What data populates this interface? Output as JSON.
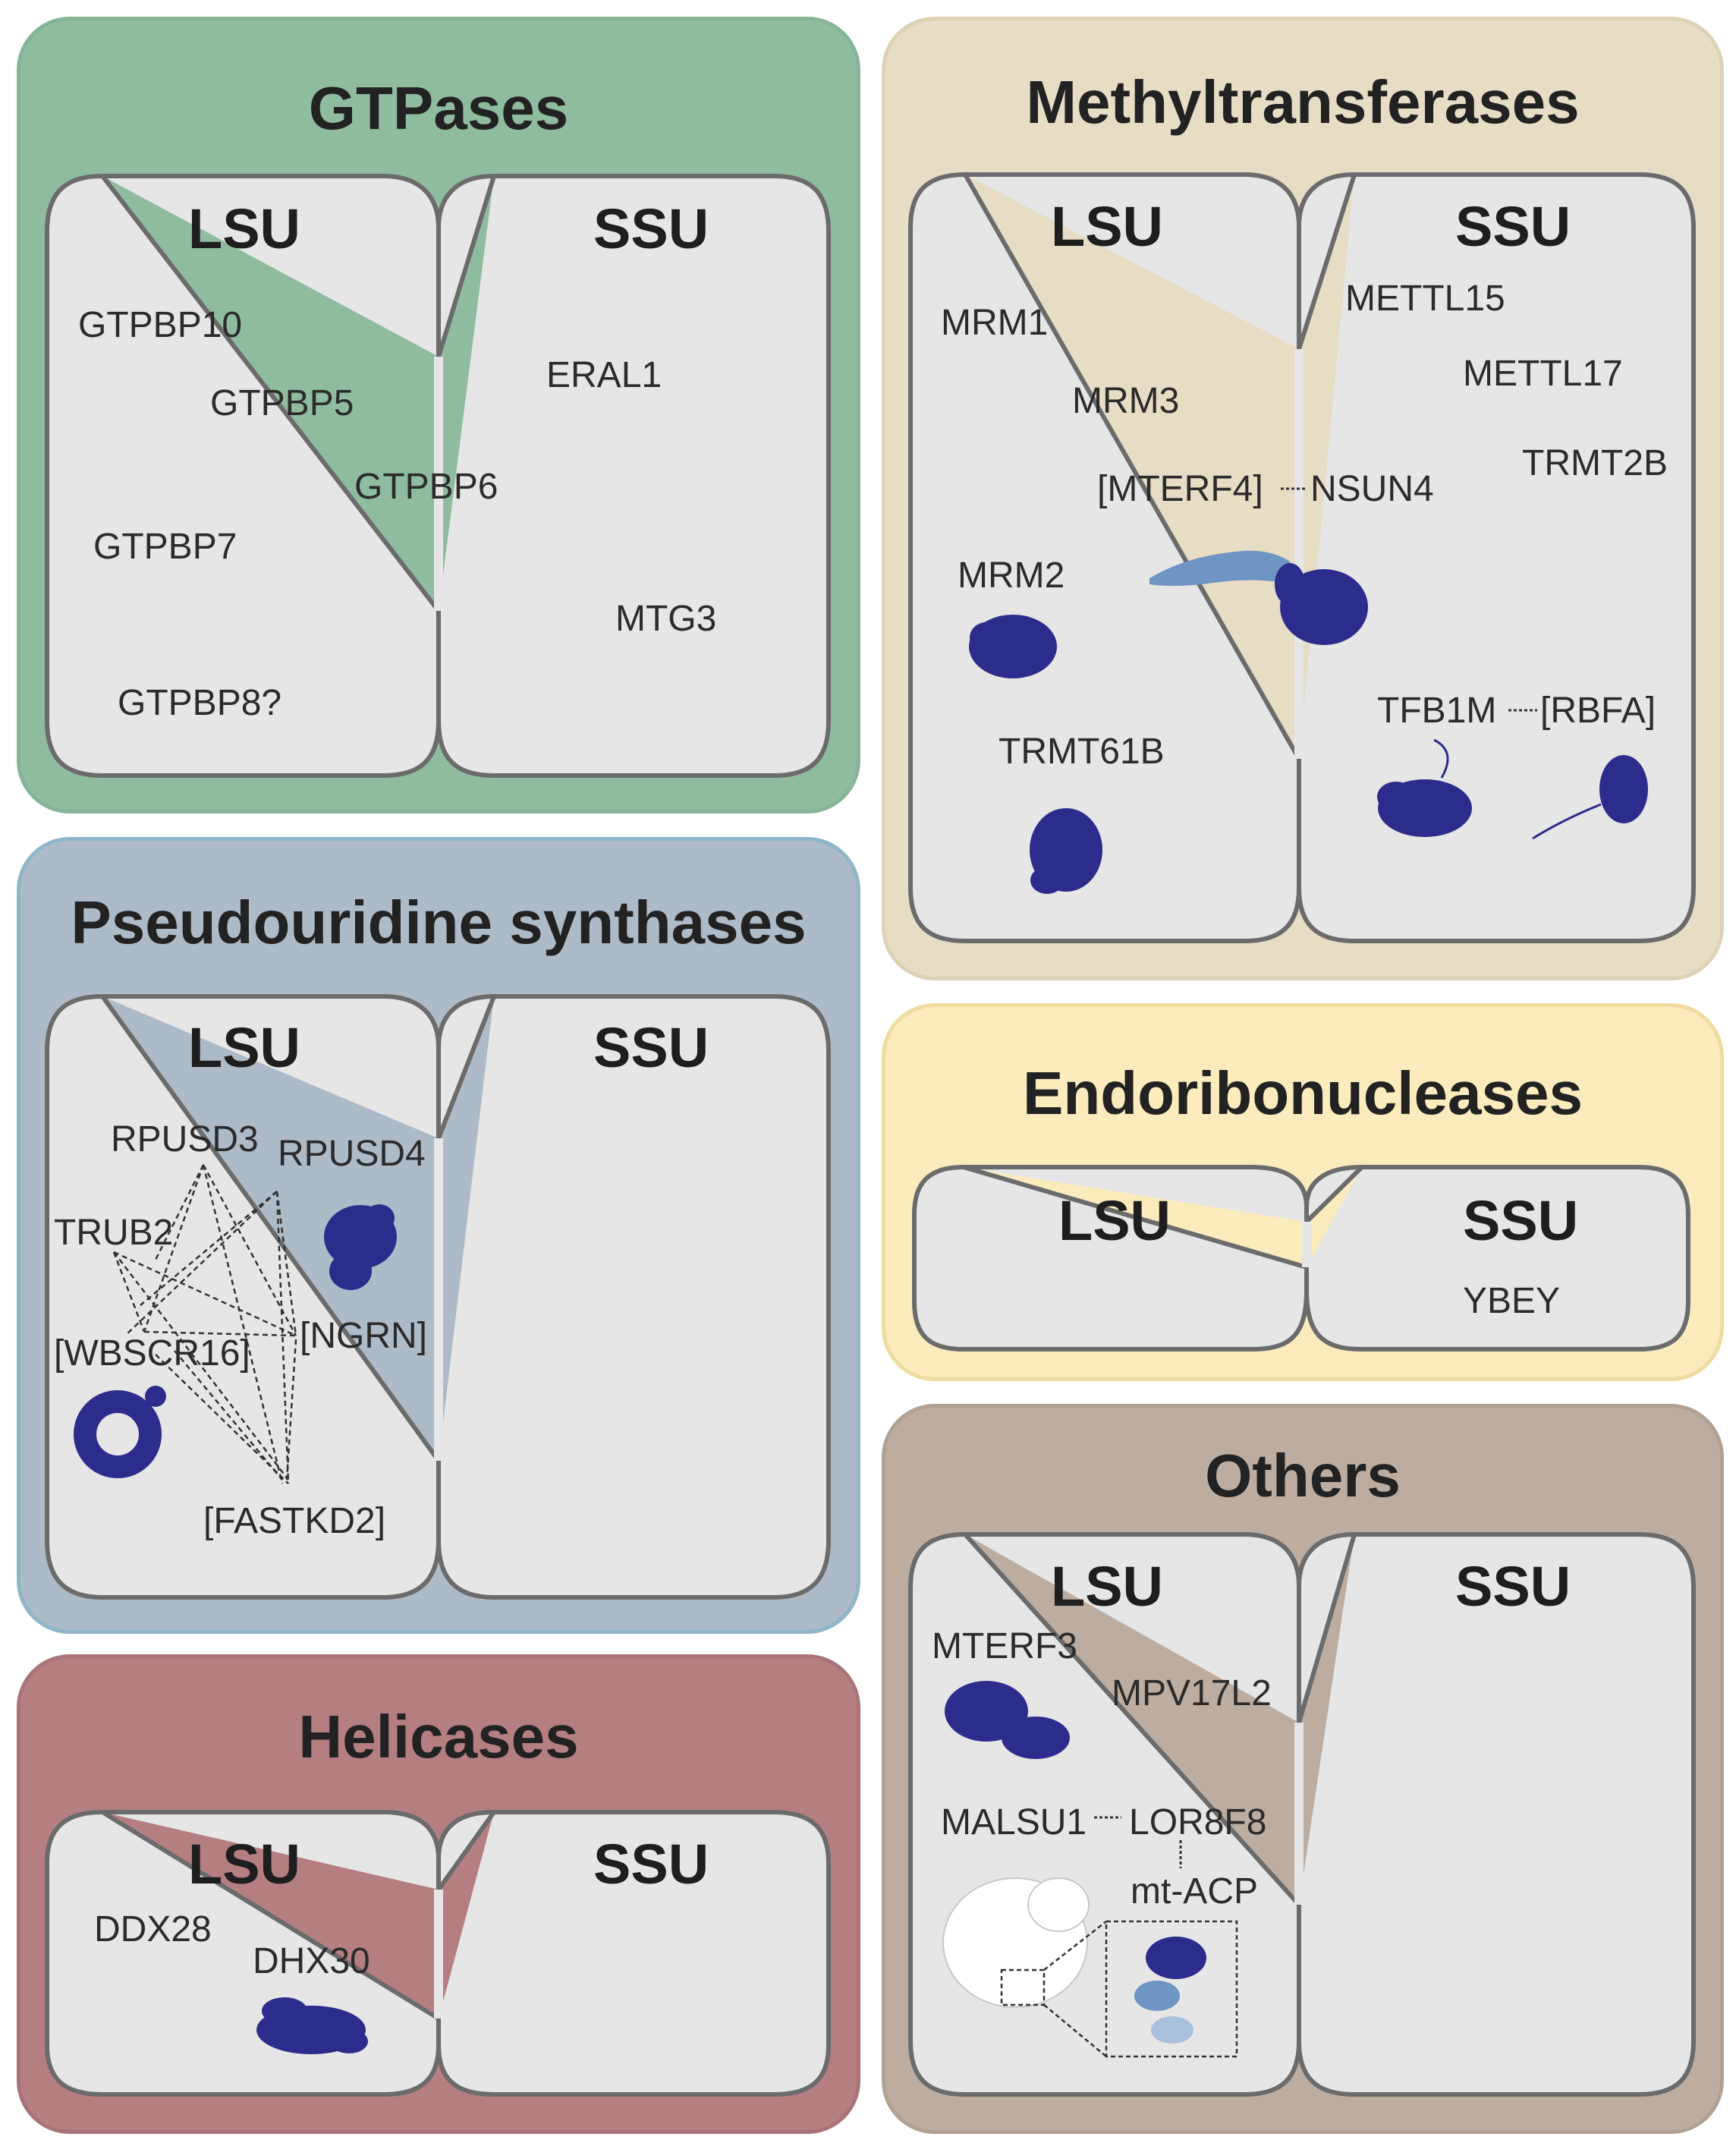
{
  "panels": {
    "gtpases": {
      "title": "GTPases",
      "lsu": "LSU",
      "ssu": "SSU",
      "lsu_items": [
        "GTPBP10",
        "GTPBP5",
        "GTPBP6",
        "GTPBP7",
        "GTPBP8?"
      ],
      "ssu_items": [
        "ERAL1",
        "MTG3"
      ],
      "color": "#8fbc9f"
    },
    "methyltransferases": {
      "title": "Methyltransferases",
      "lsu": "LSU",
      "ssu": "SSU",
      "lsu_items": [
        "MRM1",
        "MRM3",
        "[MTERF4]",
        "NSUN4",
        "MRM2",
        "TRMT61B"
      ],
      "ssu_items": [
        "METTL15",
        "METTL17",
        "TRMT2B",
        "TFB1M",
        "[RBFA]"
      ],
      "color": "#e7dcc4"
    },
    "pseudouridine": {
      "title": "Pseudouridine synthases",
      "lsu": "LSU",
      "ssu": "SSU",
      "lsu_items": [
        "RPUSD3",
        "RPUSD4",
        "TRUB2",
        "[WBSCR16]",
        "[NGRN]",
        "[FASTKD2]"
      ],
      "color": "#adbac8"
    },
    "endoribonucleases": {
      "title": "Endoribonucleases",
      "lsu": "LSU",
      "ssu": "SSU",
      "ssu_items": [
        "YBEY"
      ],
      "color": "#fbebbd"
    },
    "helicases": {
      "title": "Helicases",
      "lsu": "LSU",
      "ssu": "SSU",
      "lsu_items": [
        "DDX28",
        "DHX30"
      ],
      "color": "#b57f81"
    },
    "others": {
      "title": "Others",
      "lsu": "LSU",
      "ssu": "SSU",
      "lsu_items": [
        "MTERF3",
        "MPV17L2",
        "MALSU1",
        "LOR8F8",
        "mt-ACP"
      ],
      "color": "#bcada0"
    }
  },
  "colors": {
    "subunit_fill": "#e6e6e6",
    "subunit_stroke": "#6b6b6b",
    "protein": "#2c2c8c",
    "protein_light": "#6f95c4"
  }
}
